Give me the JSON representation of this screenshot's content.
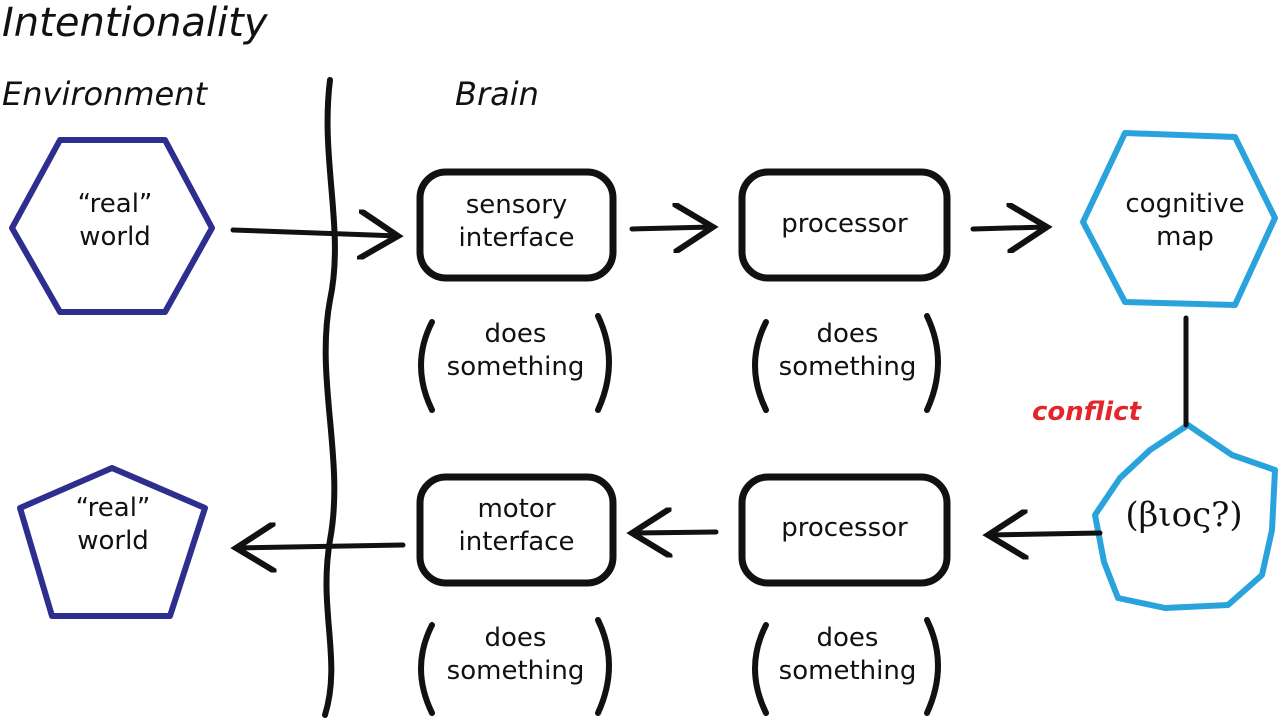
{
  "title": "Intentionality",
  "headings": {
    "environment": "Environment",
    "brain": "Brain"
  },
  "nodes": {
    "real_world_top": "“real”\nworld",
    "sensory_interface": "sensory\ninterface",
    "processor_top": "processor",
    "cognitive_map": "cognitive\nmap",
    "real_world_bottom": "“real”\nworld",
    "motor_interface": "motor\ninterface",
    "processor_bottom": "processor",
    "bios": "(βιος?)"
  },
  "annotations": {
    "does_something": "does\nsomething",
    "conflict": "conflict"
  },
  "colors": {
    "ink": "#111111",
    "environment_shape": "#2e2e8f",
    "brain_shape": "#2aa3dd",
    "conflict": "#e3262b"
  }
}
